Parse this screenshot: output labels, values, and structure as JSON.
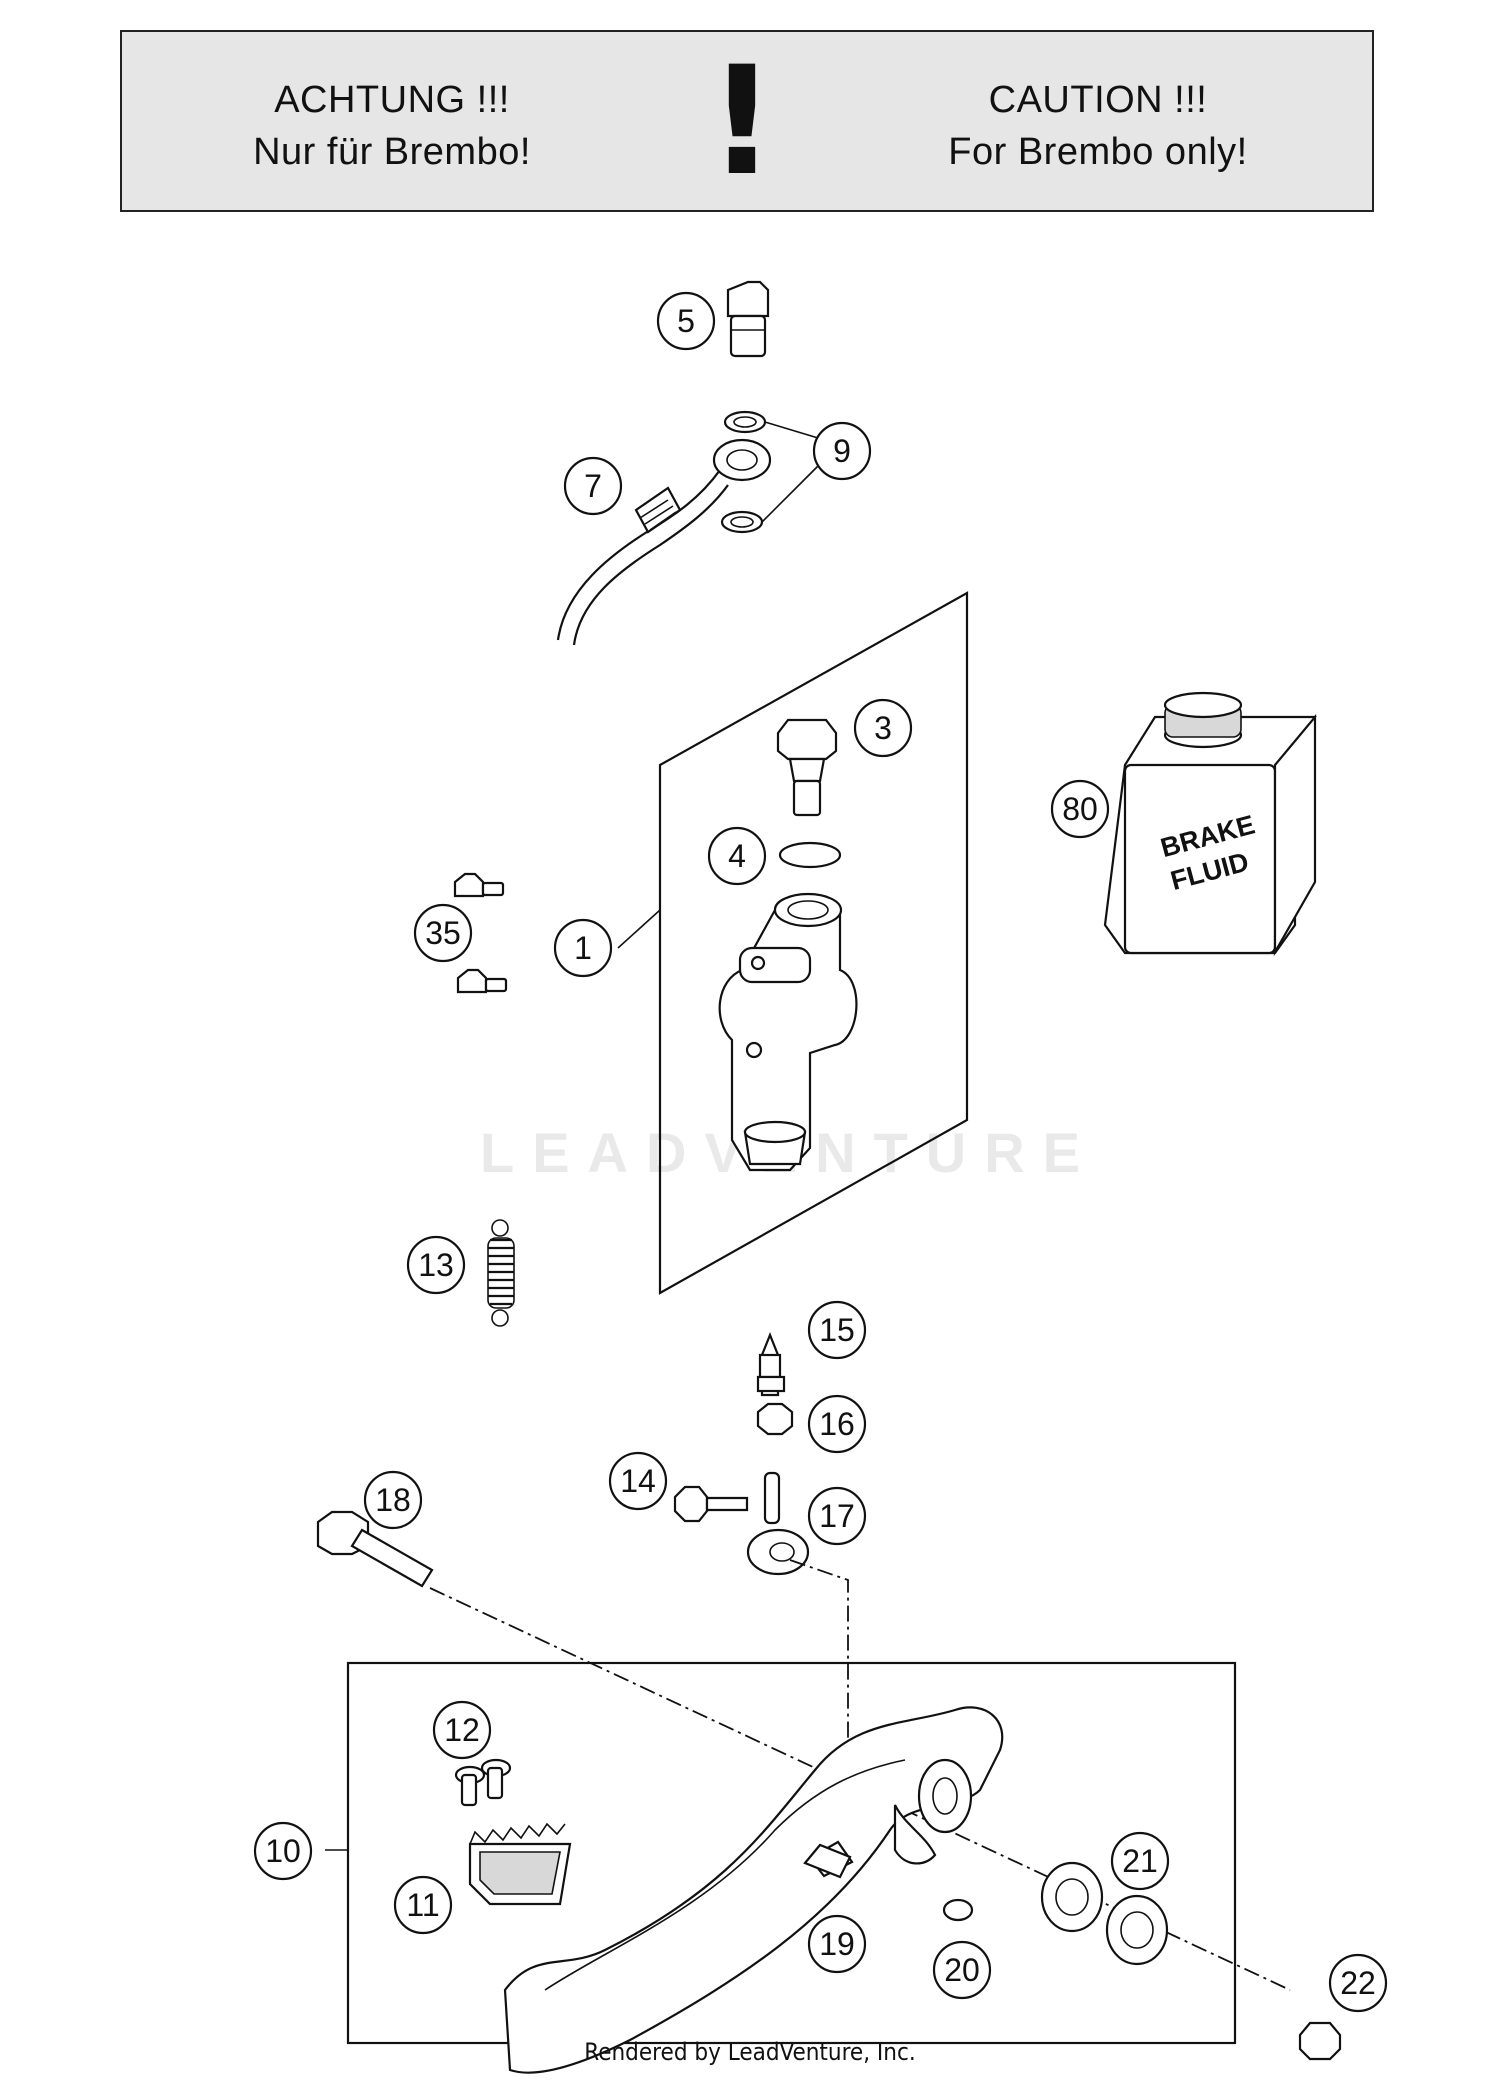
{
  "banner": {
    "german_line1": "ACHTUNG !!!",
    "german_line2": "Nur für Brembo!",
    "exclamation": "!",
    "english_line1": "CAUTION !!!",
    "english_line2": "For Brembo only!"
  },
  "watermark": "LEADVENTURE",
  "footer": "Rendered by LeadVenture, Inc.",
  "brake_fluid_label": [
    "BRAKE",
    "FLUID"
  ],
  "callouts": [
    "5",
    "9",
    "7",
    "3",
    "80",
    "4",
    "35",
    "1",
    "13",
    "15",
    "16",
    "14",
    "17",
    "18",
    "12",
    "10",
    "21",
    "11",
    "19",
    "20",
    "22"
  ]
}
